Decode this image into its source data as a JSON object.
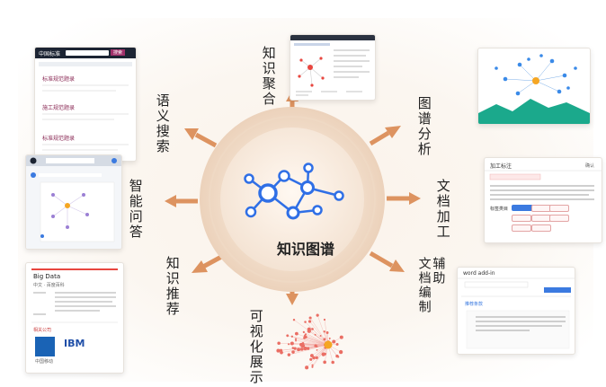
{
  "hub": {
    "title": "知识图谱"
  },
  "branches": {
    "knowledge_aggregation": "知识聚合",
    "semantic_search": "语义搜索",
    "graph_analysis": "图谱分析",
    "intelligent_qa": "智能问答",
    "document_processing": "文档加工",
    "knowledge_recommendation": "知识推荐",
    "visual_display": "可视化展示",
    "assisted_editing": "辅助文档编制"
  },
  "search_card": {
    "logo": "中国标准",
    "search_button": "搜索",
    "results": [
      "标准规范题录",
      "施工规范题录",
      "标准规范题录"
    ]
  },
  "doc_card": {
    "title": "加工标注",
    "confirm": "确认",
    "tag_label": "标签类目"
  },
  "bigdata_card": {
    "title": "Big Data",
    "subtitle": "中文 · 百度百科",
    "section": "相关公司",
    "logos": [
      "中国移动",
      "IBM"
    ]
  },
  "editor_card": {
    "title": "word add-in",
    "section": "推荐条款"
  },
  "colors": {
    "arrow": "#dd9360",
    "ring_outer": "#f0dcc8",
    "ring_mid": "#eacdb0",
    "core": "#f6e8da",
    "node": "#2f6fe6",
    "accent": "#e8463f"
  }
}
